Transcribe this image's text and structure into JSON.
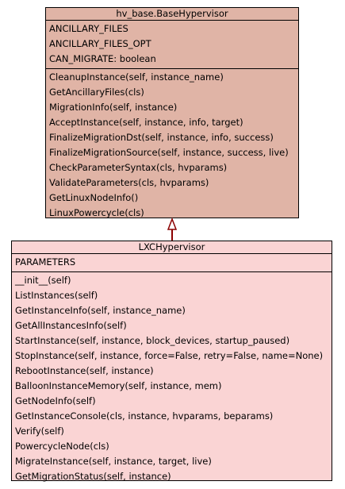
{
  "colors": {
    "base_fill": "#e0b4a6",
    "derived_fill": "#fad4d4",
    "border": "#000000",
    "arrow": "#8b0000"
  },
  "base": {
    "title": "hv_base.BaseHypervisor",
    "attributes": [
      "ANCILLARY_FILES",
      "ANCILLARY_FILES_OPT",
      "CAN_MIGRATE: boolean"
    ],
    "methods": [
      "CleanupInstance(self, instance_name)",
      "GetAncillaryFiles(cls)",
      "MigrationInfo(self, instance)",
      "AcceptInstance(self, instance, info, target)",
      "FinalizeMigrationDst(self, instance, info, success)",
      "FinalizeMigrationSource(self, instance, success, live)",
      "CheckParameterSyntax(cls, hvparams)",
      "ValidateParameters(cls, hvparams)",
      "GetLinuxNodeInfo()",
      "LinuxPowercycle(cls)"
    ]
  },
  "derived": {
    "title": "LXCHypervisor",
    "attributes": [
      "PARAMETERS"
    ],
    "methods": [
      "__init__(self)",
      "ListInstances(self)",
      "GetInstanceInfo(self, instance_name)",
      "GetAllInstancesInfo(self)",
      "StartInstance(self, instance, block_devices, startup_paused)",
      "StopInstance(self, instance, force=False, retry=False, name=None)",
      "RebootInstance(self, instance)",
      "BalloonInstanceMemory(self, instance, mem)",
      "GetNodeInfo(self)",
      "GetInstanceConsole(cls, instance, hvparams, beparams)",
      "Verify(self)",
      "PowercycleNode(cls)",
      "MigrateInstance(self, instance, target, live)",
      "GetMigrationStatus(self, instance)"
    ]
  }
}
